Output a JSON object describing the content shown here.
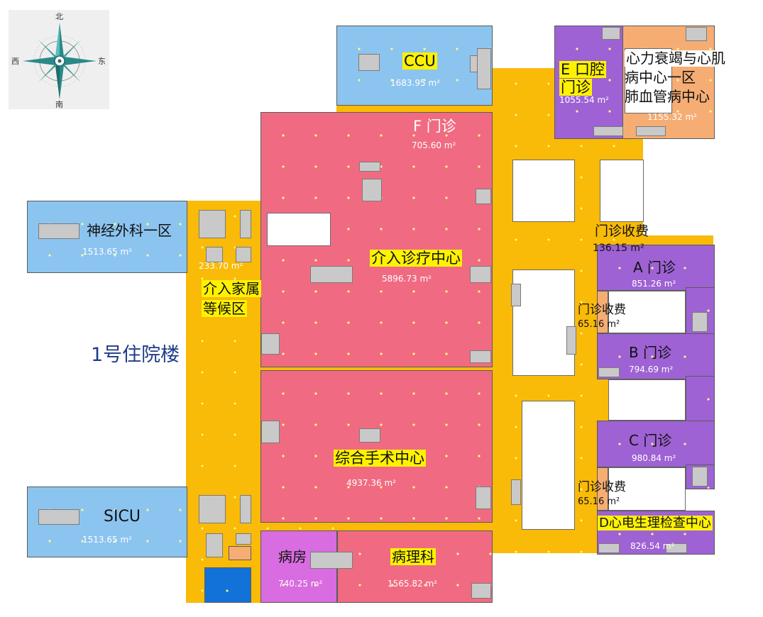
{
  "compass": {
    "north": "北",
    "south": "南",
    "west": "西",
    "east": "东"
  },
  "building_label": "1号住院楼",
  "zones": {
    "ccu": {
      "name": "CCU",
      "area": "1683.95 m²"
    },
    "f_clinic": {
      "name": "F 门诊",
      "area": "705.60 m²"
    },
    "e_clinic": {
      "name_line1": "E 口腔",
      "name_line2": "门诊",
      "area": "1055.54 m²"
    },
    "heart_center": {
      "name_line1": "心力衰竭与心肌",
      "name_line2": "病中心一区",
      "name_line3": "肺血管病中心",
      "area": "1155.32 m²"
    },
    "neuro": {
      "name": "神经外科一区",
      "area": "1513.65 m²"
    },
    "family_wait": {
      "name_line1": "介入家属",
      "name_line2": "等候区",
      "area": "233.70 m²"
    },
    "interventional": {
      "name": "介入诊疗中心",
      "area": "5896.73 m²"
    },
    "surgery": {
      "name": "综合手术中心",
      "area": "4937.36 m²"
    },
    "sicu": {
      "name": "SICU",
      "area": "1513.65 m²"
    },
    "ward": {
      "name": "病房",
      "area": "740.25 m²"
    },
    "pathology": {
      "name": "病理科",
      "area": "1565.82 m²"
    },
    "fee_1": {
      "name": "门诊收费",
      "area": "136.15 m²"
    },
    "a_clinic": {
      "name": "A 门诊",
      "area": "851.26 m²"
    },
    "fee_2": {
      "name": "门诊收费",
      "area": "65.16 m²"
    },
    "b_clinic": {
      "name": "B 门诊",
      "area": "794.69 m²"
    },
    "c_clinic": {
      "name": "C 门诊",
      "area": "980.84 m²"
    },
    "fee_3": {
      "name": "门诊收费",
      "area": "65.16 m²"
    },
    "d_center": {
      "name": "D心电生理检查中心",
      "area": "826.54 m²"
    }
  },
  "colors": {
    "corridor": "#f9ba08",
    "icu": "#8cc4f0",
    "procedure": "#f06b82",
    "clinic": "#9e62d4",
    "specialty": "#f6ad74",
    "ward": "#d86ce0",
    "highlight": "#fff200"
  }
}
